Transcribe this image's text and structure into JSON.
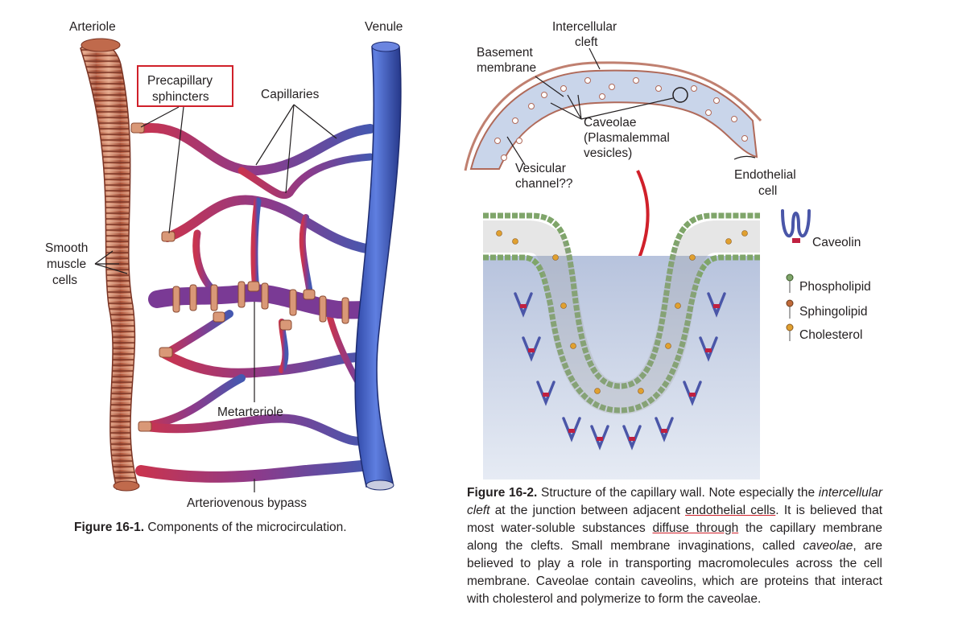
{
  "figure1": {
    "labels": {
      "arteriole": "Arteriole",
      "venule": "Venule",
      "precap1": "Precapillary",
      "precap2": "sphincters",
      "capillaries": "Capillaries",
      "smooth1": "Smooth",
      "smooth2": "muscle",
      "smooth3": "cells",
      "metarteriole": "Metarteriole",
      "av_bypass": "Arteriovenous bypass"
    },
    "caption_title": "Figure 16-1.",
    "caption_text": "Components of the microcirculation.",
    "highlight_color": "#d0202a"
  },
  "figure2": {
    "labels": {
      "intercellular1": "Intercellular",
      "intercellular2": "cleft",
      "basement1": "Basement",
      "basement2": "membrane",
      "caveolae1": "Caveolae",
      "caveolae2": "(Plasmalemmal",
      "caveolae3": "vesicles)",
      "vesicular1": "Vesicular",
      "vesicular2": "channel??",
      "endothelial1": "Endothelial",
      "endothelial2": "cell"
    },
    "legend": {
      "caveolin": "Caveolin",
      "phospholipid": "Phospholipid",
      "sphingolipid": "Sphingolipid",
      "cholesterol": "Cholesterol"
    },
    "caption": {
      "title": "Figure 16-2.",
      "t1": "Structure of the capillary wall. Note especially the",
      "i1": "intercellular cleft",
      "t2": "at the junction between adjacent",
      "u1": "endothelial cells",
      "t3": ". It is believed that most water-soluble substances",
      "u2": "diffuse through",
      "t4": "the capillary membrane along the clefts. Small membrane invaginations, called",
      "i2": "caveolae",
      "t5": ", are believed to play a role in transporting macromolecules across the cell membrane. Caveolae contain caveolins, which are proteins that interact with cholesterol and polymerize to form the caveolae."
    }
  }
}
